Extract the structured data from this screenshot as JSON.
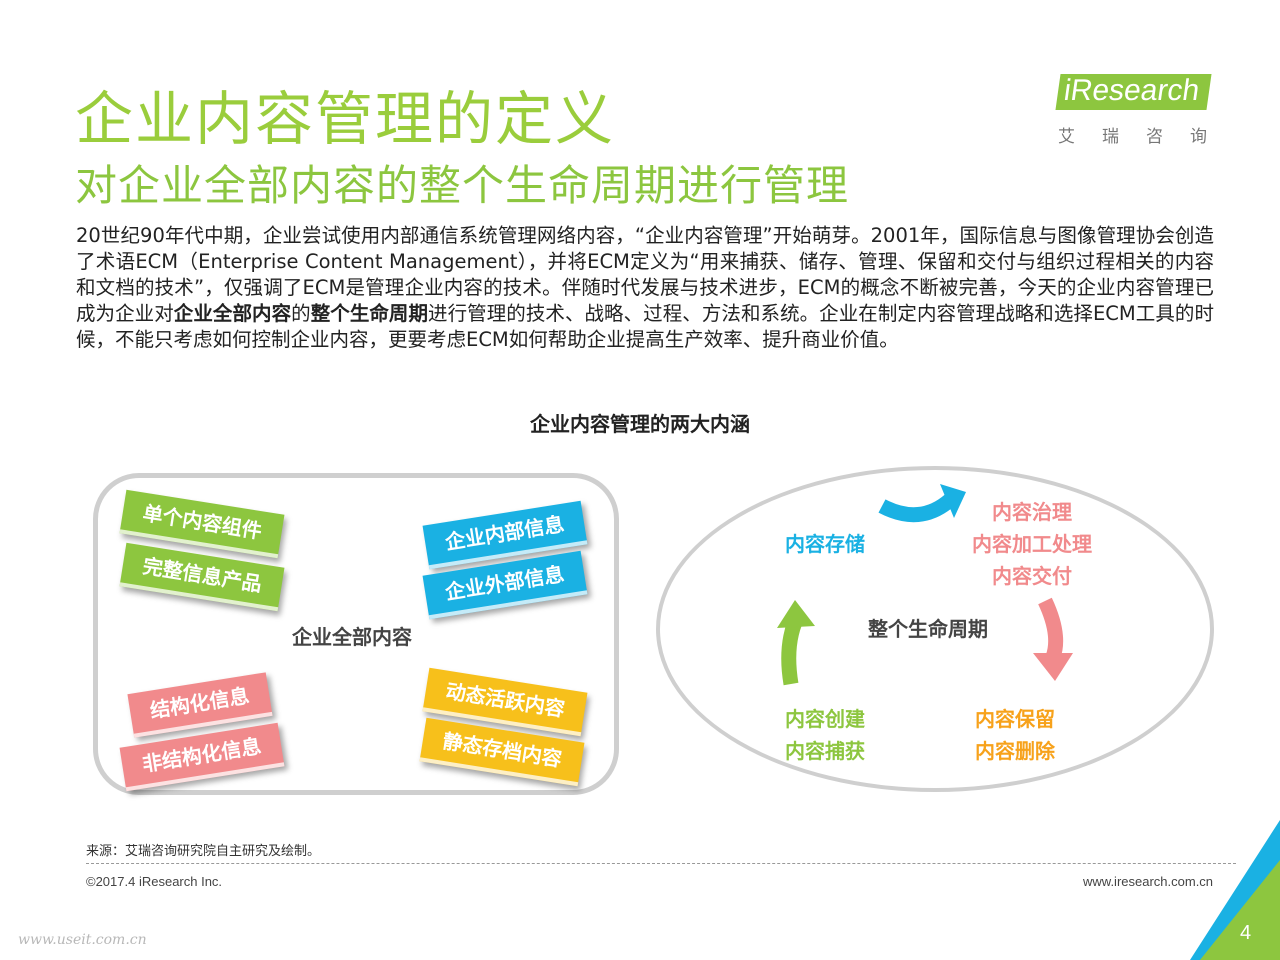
{
  "header": {
    "title": "企业内容管理的定义",
    "subtitle": "对企业全部内容的整个生命周期进行管理"
  },
  "logo": {
    "text_en": "iResearch",
    "text_cn": "艾瑞咨询"
  },
  "intro": {
    "part1": "20世纪90年代中期，企业尝试使用内部通信系统管理网络内容，“企业内容管理”开始萌芽。2001年，国际信息与图像管理协会创造了术语ECM（Enterprise Content Management），并将ECM定义为“用来捕获、储存、管理、保留和交付与组织过程相关的内容和文档的技术”，仅强调了ECM是管理企业内容的技术。伴随时代发展与技术进步，ECM的概念不断被完善，今天的企业内容管理已成为企业对",
    "bold1": "企业全部内容",
    "part2": "的",
    "bold2": "整个生命周期",
    "part3": "进行管理的技术、战略、过程、方法和系统。企业在制定内容管理战略和选择ECM工具的时候，不能只考虑如何控制企业内容，更要考虑ECM如何帮助企业提高生产效率、提升商业价值。"
  },
  "section_title": "企业内容管理的两大内涵",
  "left_panel": {
    "center_label": "企业全部内容",
    "tags": {
      "single_component": "单个内容组件",
      "complete_product": "完整信息产品",
      "internal_info": "企业内部信息",
      "external_info": "企业外部信息",
      "structured": "结构化信息",
      "unstructured": "非结构化信息",
      "dynamic": "动态活跃内容",
      "static": "静态存档内容"
    }
  },
  "right_panel": {
    "center_label": "整个生命周期",
    "storage": "内容存储",
    "governance": [
      "内容治理",
      "内容加工处理",
      "内容交付"
    ],
    "creation": [
      "内容创建",
      "内容捕获"
    ],
    "retention": [
      "内容保留",
      "内容删除"
    ]
  },
  "footer": {
    "source": "来源：艾瑞咨询研究院自主研究及绘制。",
    "copyright": "©2017.4 iResearch Inc.",
    "website": "www.iresearch.com.cn",
    "page_number": "4"
  },
  "watermark": "www.useit.com.cn",
  "colors": {
    "accent_green": "#8dc63f",
    "blue": "#1ab1e3",
    "pink": "#f18a8c",
    "yellow": "#f7c01b",
    "orange": "#f7a21b"
  }
}
